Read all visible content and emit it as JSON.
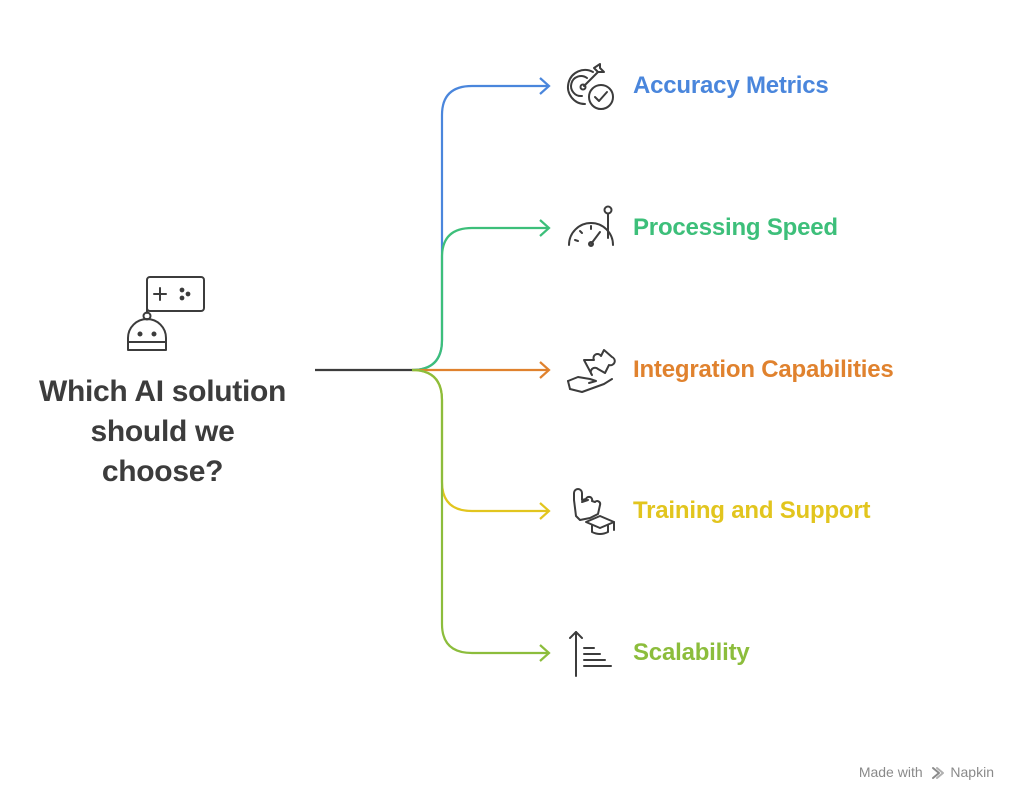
{
  "question": {
    "lines": [
      "Which AI solution",
      "should we",
      "choose?"
    ],
    "icon": "robot-controller-icon"
  },
  "branches": [
    {
      "label": "Accuracy Metrics",
      "color": "#4a86dc",
      "icon": "target-check-icon"
    },
    {
      "label": "Processing Speed",
      "color": "#3dbf7a",
      "icon": "speedometer-icon"
    },
    {
      "label": "Integration Capabilities",
      "color": "#e0822e",
      "icon": "hand-puzzle-icon"
    },
    {
      "label": "Training and Support",
      "color": "#e2c51e",
      "icon": "pointer-graduation-cap-icon"
    },
    {
      "label": "Scalability",
      "color": "#8cbd3c",
      "icon": "arrow-up-lines-icon"
    }
  ],
  "colors": {
    "text": "#3c3c3c",
    "stem": "#3c3c3c",
    "icon": "#3c3c3c"
  },
  "footer": {
    "prefix": "Made with",
    "brand": "Napkin"
  }
}
